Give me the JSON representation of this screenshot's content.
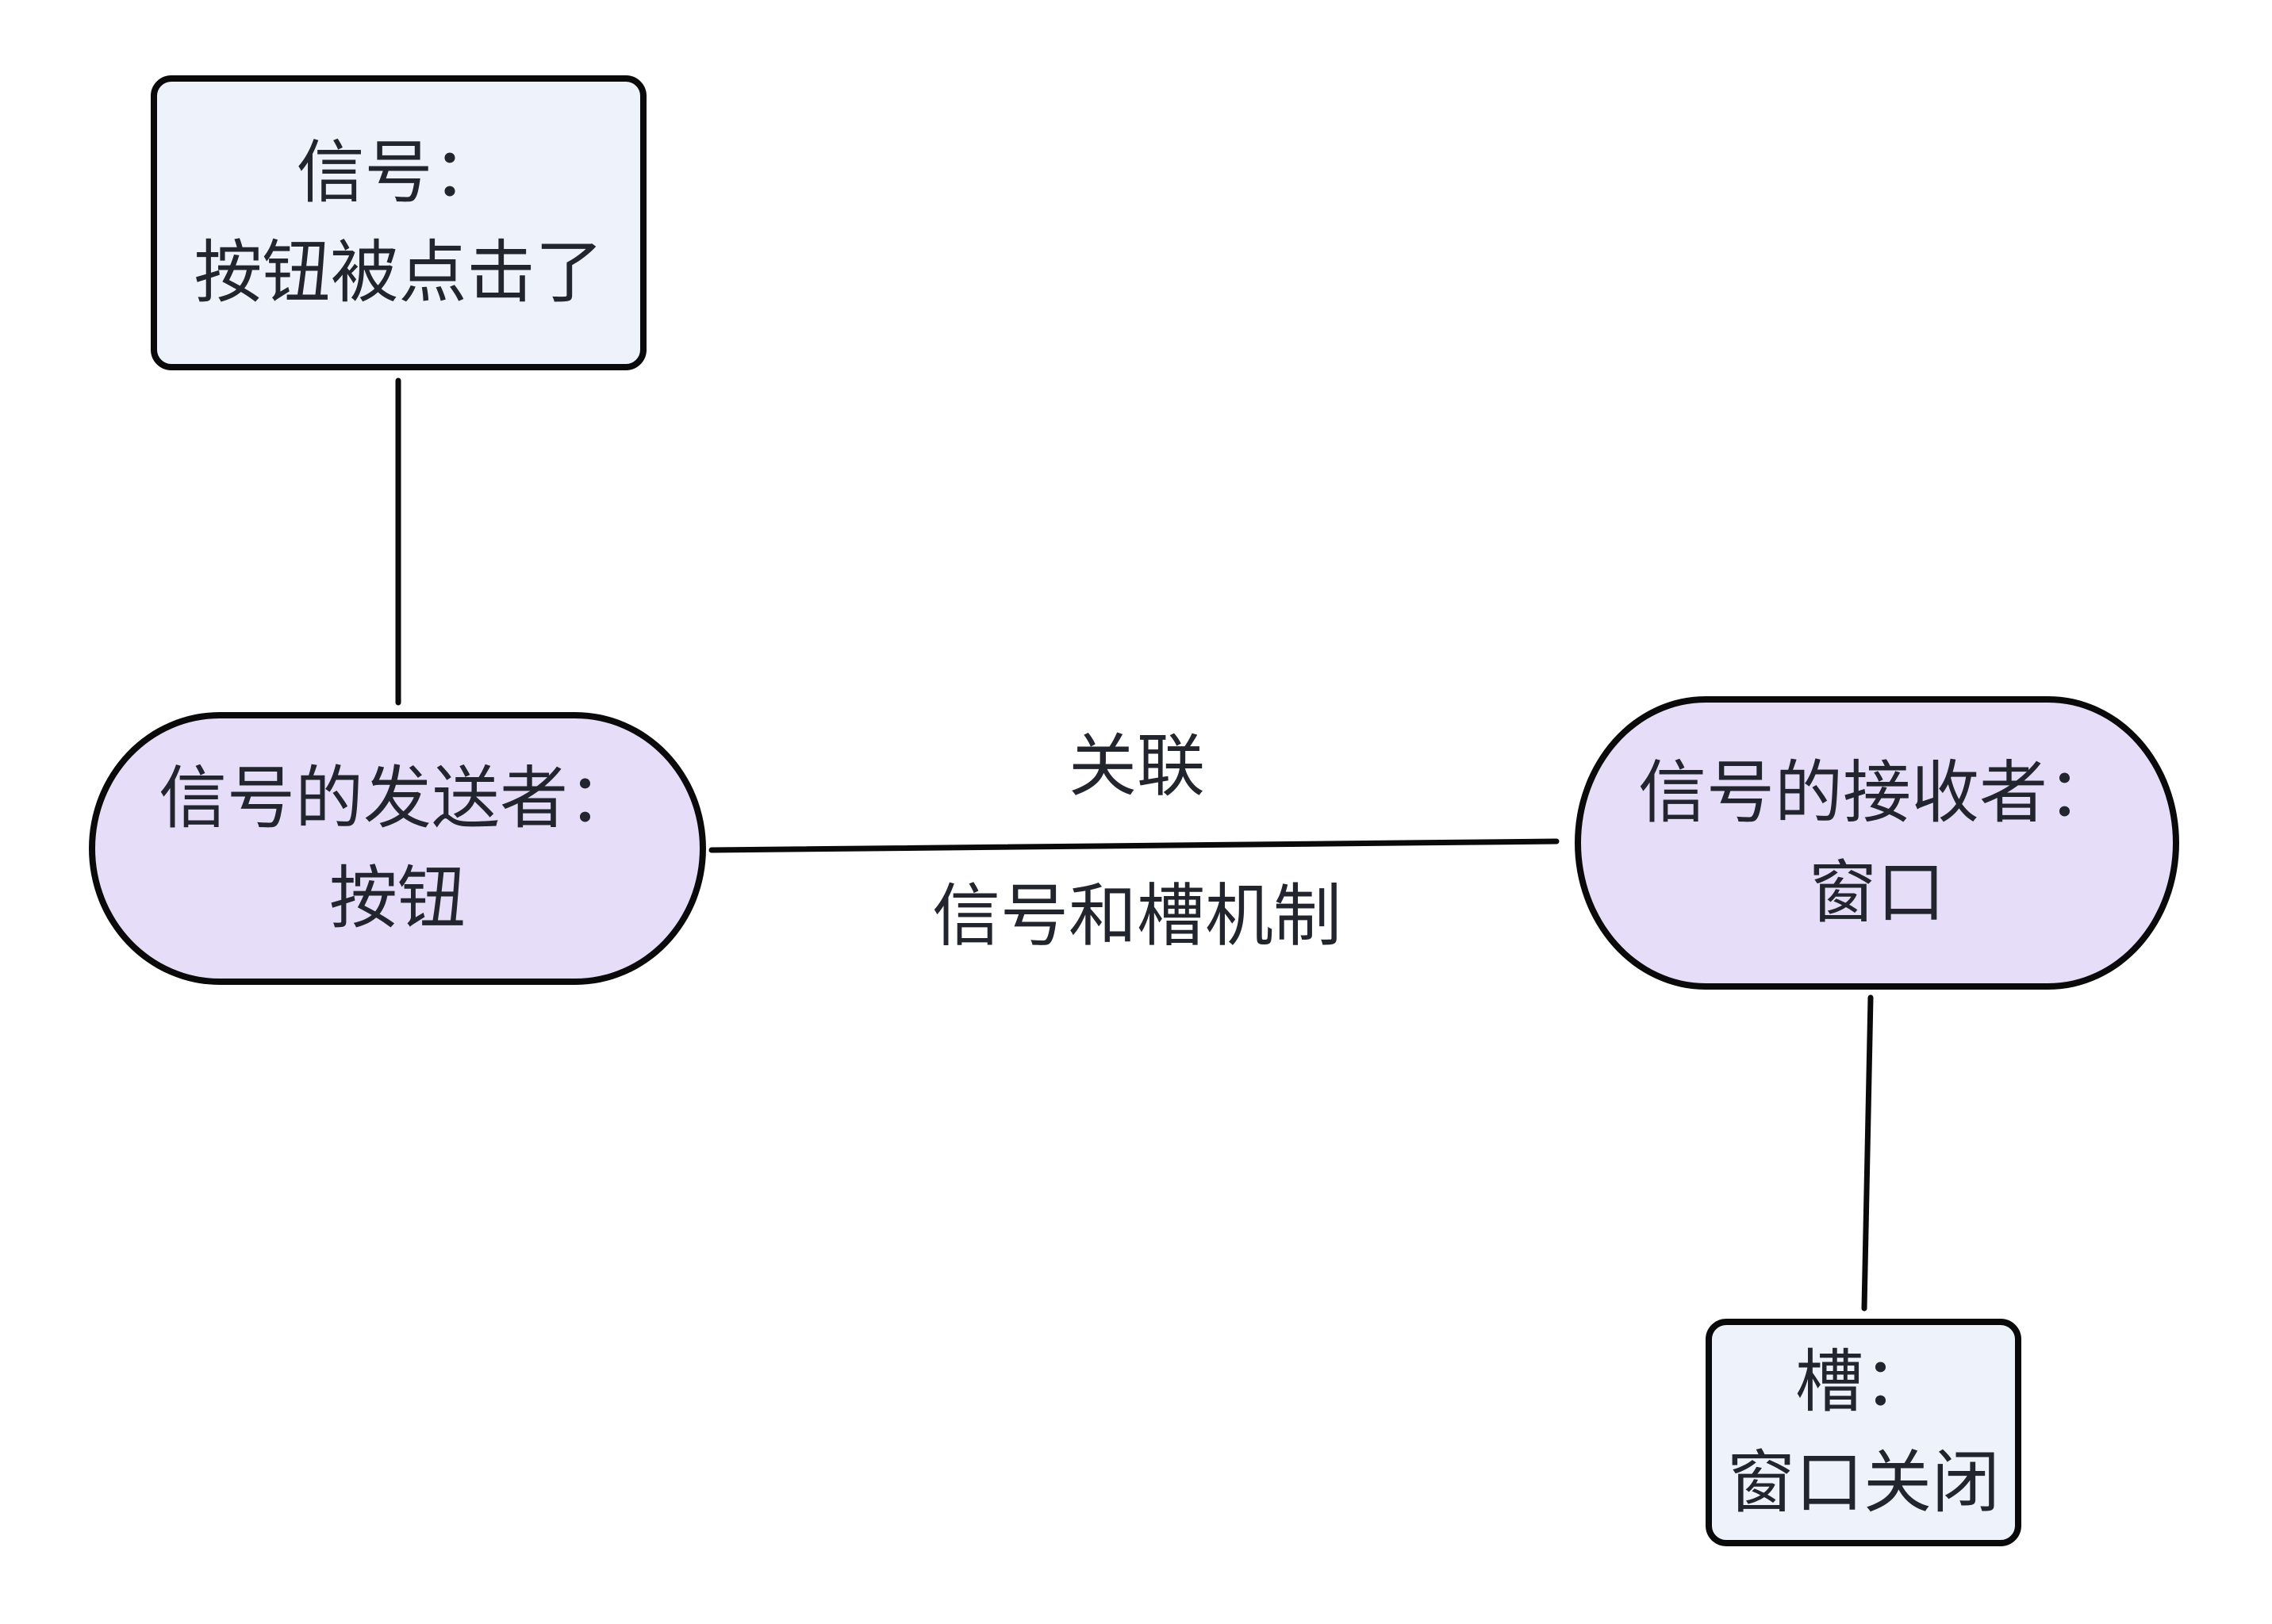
{
  "nodes": {
    "signal": {
      "line1": "信号：",
      "line2": "按钮被点击了"
    },
    "sender": {
      "line1": "信号的发送者：",
      "line2": "按钮"
    },
    "receiver": {
      "line1": "信号的接收者：",
      "line2": "窗口"
    },
    "slot": {
      "line1": "槽：",
      "line2": "窗口关闭"
    }
  },
  "edge_labels": {
    "association": "关联",
    "mechanism": "信号和槽机制"
  },
  "colors": {
    "background": "#FFFFFF",
    "rect_node_fill": "#EDF2FB",
    "stadium_node_fill": "#E6DEF9",
    "border": "#0A0A0A",
    "text": "#22252E"
  }
}
